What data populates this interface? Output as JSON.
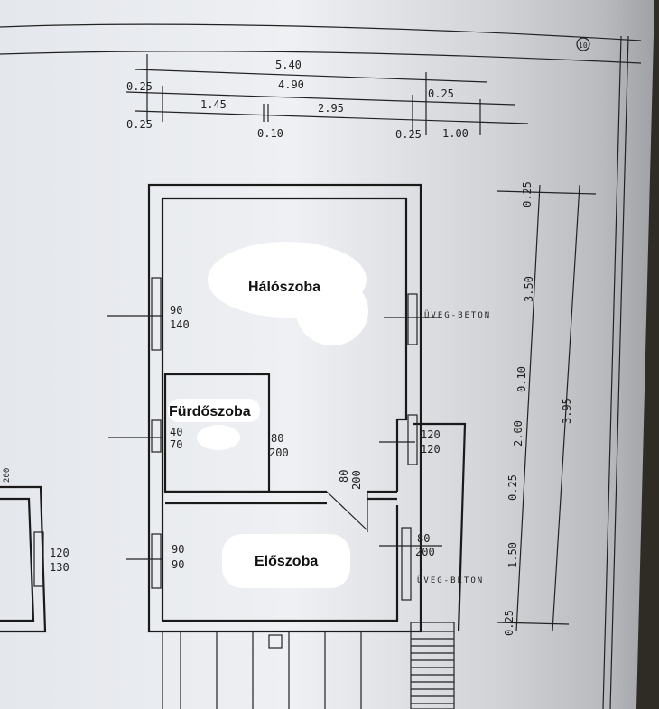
{
  "rooms": {
    "bedroom": "Hálószoba",
    "bathroom": "Fürdőszoba",
    "hall": "Előszoba"
  },
  "top_dimensions": {
    "total": "5.40",
    "inner": "4.90",
    "wall_left": "0.25",
    "wall_left_2": "0.25",
    "seg_1": "1.45",
    "partition": "0.10",
    "seg_2": "2.95",
    "wall_right": "0.25",
    "wall_right_2": "0.25",
    "annex": "1.00"
  },
  "right_dimensions": {
    "wall_top": "0.25",
    "seg_1": "3.50",
    "partition": "0.10",
    "seg_2": "2.00",
    "wall_mid": "0.25",
    "seg_3": "1.50",
    "wall_bottom": "0.25",
    "total": "3.95"
  },
  "openings": {
    "bedroom_left_window": {
      "width": "90",
      "height": "140"
    },
    "bedroom_right_window": "ÜVEG-BETON",
    "bathroom_window": {
      "width": "40",
      "height": "70"
    },
    "bathroom_door": {
      "width": "80",
      "height": "200"
    },
    "right_window": {
      "width": "120",
      "height": "120"
    },
    "hall_door": {
      "width": "80",
      "height": "200"
    },
    "entrance_door": {
      "width": "80",
      "height": "200"
    },
    "hall_window": {
      "width": "90",
      "height": "90"
    },
    "hall_right_glass": "ÜVEG-BETON"
  },
  "neighbor": {
    "window": {
      "width": "120",
      "height": "130"
    },
    "door_height": "200"
  },
  "sheet_number": "10"
}
